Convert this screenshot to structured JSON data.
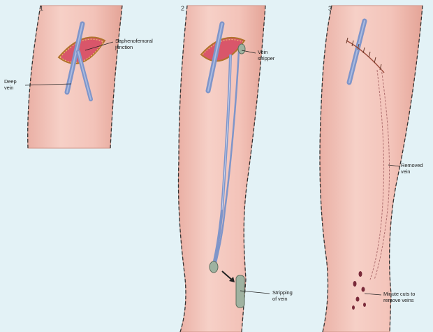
{
  "panels": [
    {
      "number": "1"
    },
    {
      "number": "2"
    },
    {
      "number": "3"
    }
  ],
  "labels": {
    "saphenofemoral_junction": "Saphenofemoral\njunction",
    "deep_vein": "Deep\nvein",
    "vein_stripper": "Vein\nstripper",
    "stripping_of_vein": "Stripping\nof vein",
    "removed_vein": "Removed\nvein",
    "minute_cuts": "Minute cuts to\nremove veins"
  },
  "colors": {
    "background": "#e3f2f6",
    "skin": "#f4c8bf",
    "skin_shadow": "#e8a99d",
    "vein_blue": "#7f95c9",
    "incision_red": "#c23a46",
    "stripper_green": "#9fb2a0"
  }
}
